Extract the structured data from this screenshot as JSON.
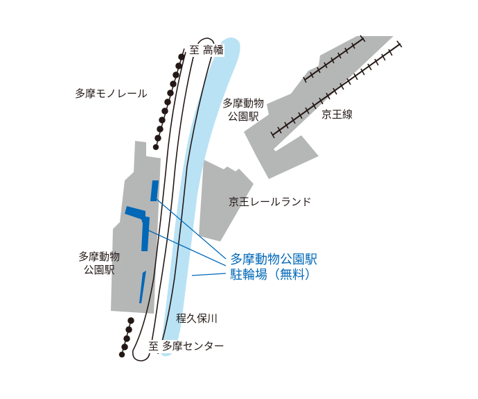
{
  "map": {
    "colors": {
      "building": "#b5b6b6",
      "river": "#b9e2f5",
      "parking": "#0068b7",
      "callout_line": "#0068b7",
      "rail": "#231815",
      "text": "#231815",
      "highlight_text": "#0068b7",
      "background": "#ffffff"
    },
    "labels": {
      "to_takahata": "至 高幡",
      "monorail": "多摩モノレール",
      "keio_station_line1": "多摩動物",
      "keio_station_line2": "公園駅",
      "keio_line": "京王線",
      "keio_rail_land": "京王レールランド",
      "monorail_station_line1": "多摩動物",
      "monorail_station_line2": "公園駅",
      "parking_line1": "多摩動物公園駅",
      "parking_line2": "駐輪場（無料）",
      "river": "程久保川",
      "to_tama_center": "至 多摩センター"
    }
  }
}
